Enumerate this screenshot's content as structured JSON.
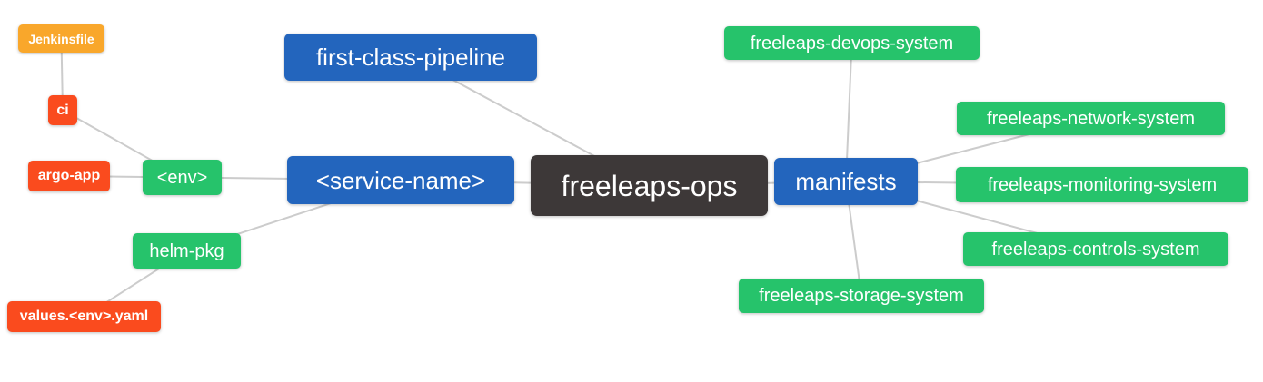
{
  "diagram": {
    "type": "mindmap",
    "root_label": "freeleaps-ops"
  },
  "palette": {
    "root": "#3D3838",
    "level1": "#2365BD",
    "level2": "#26C36B",
    "level3": "#FA4B1E",
    "level4": "#F9A72B",
    "text": "#FFFFFF",
    "edge": "#CCCCCC",
    "canvas": "#FFFFFF"
  },
  "nodes": [
    {
      "id": "jenkinsfile",
      "label": "Jenkinsfile",
      "level": 4,
      "parent": "ci"
    },
    {
      "id": "ci",
      "label": "ci",
      "level": 3,
      "parent": "env"
    },
    {
      "id": "argo-app",
      "label": "argo-app",
      "level": 3,
      "parent": "env"
    },
    {
      "id": "env",
      "label": "<env>",
      "level": 2,
      "parent": "service-name"
    },
    {
      "id": "helm-pkg",
      "label": "helm-pkg",
      "level": 2,
      "parent": "service-name"
    },
    {
      "id": "values-env-yaml",
      "label": "values.<env>.yaml",
      "level": 3,
      "parent": "helm-pkg"
    },
    {
      "id": "first-class-pipeline",
      "label": "first-class-pipeline",
      "level": 1,
      "parent": "freeleaps-ops"
    },
    {
      "id": "service-name",
      "label": "<service-name>",
      "level": 1,
      "parent": "freeleaps-ops"
    },
    {
      "id": "freeleaps-ops",
      "label": "freeleaps-ops",
      "level": 0,
      "parent": null
    },
    {
      "id": "manifests",
      "label": "manifests",
      "level": 1,
      "parent": "freeleaps-ops"
    },
    {
      "id": "freeleaps-devops-system",
      "label": "freeleaps-devops-system",
      "level": 2,
      "parent": "manifests"
    },
    {
      "id": "freeleaps-network-system",
      "label": "freeleaps-network-system",
      "level": 2,
      "parent": "manifests"
    },
    {
      "id": "freeleaps-monitoring-system",
      "label": "freeleaps-monitoring-system",
      "level": 2,
      "parent": "manifests"
    },
    {
      "id": "freeleaps-controls-system",
      "label": "freeleaps-controls-system",
      "level": 2,
      "parent": "manifests"
    },
    {
      "id": "freeleaps-storage-system",
      "label": "freeleaps-storage-system",
      "level": 2,
      "parent": "manifests"
    }
  ],
  "edges": [
    [
      "jenkinsfile",
      "ci"
    ],
    [
      "ci",
      "env"
    ],
    [
      "argo-app",
      "env"
    ],
    [
      "env",
      "service-name"
    ],
    [
      "helm-pkg",
      "service-name"
    ],
    [
      "values-env-yaml",
      "helm-pkg"
    ],
    [
      "first-class-pipeline",
      "freeleaps-ops"
    ],
    [
      "service-name",
      "freeleaps-ops"
    ],
    [
      "freeleaps-ops",
      "manifests"
    ],
    [
      "manifests",
      "freeleaps-devops-system"
    ],
    [
      "manifests",
      "freeleaps-network-system"
    ],
    [
      "manifests",
      "freeleaps-monitoring-system"
    ],
    [
      "manifests",
      "freeleaps-controls-system"
    ],
    [
      "manifests",
      "freeleaps-storage-system"
    ]
  ]
}
